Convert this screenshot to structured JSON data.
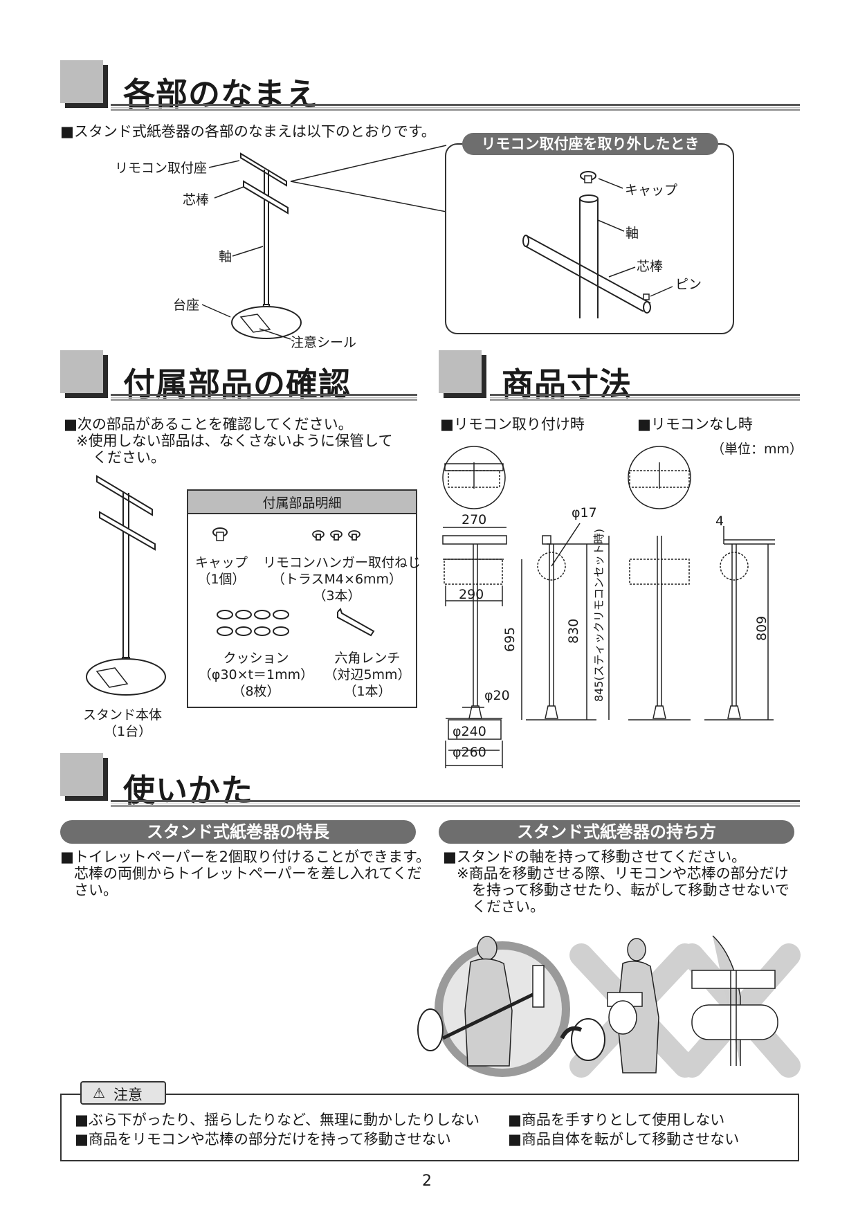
{
  "sections": {
    "names": {
      "title": "各部のなまえ",
      "intro": "■スタンド式紙巻器の各部のなまえは以下のとおりです。",
      "labels": {
        "remocon_mount": "リモコン取付座",
        "core_rod": "芯棒",
        "shaft": "軸",
        "base": "台座",
        "caution_seal": "注意シール"
      },
      "inset": {
        "title": "リモコン取付座を取り外したとき",
        "cap": "キャップ",
        "shaft": "軸",
        "core_rod": "芯棒",
        "pin": "ピン"
      }
    },
    "accessories": {
      "title": "付属部品の確認",
      "line1": "■次の部品があることを確認してください。",
      "line2": "※使用しない部品は、なくさないように保管して",
      "line3": "ください。",
      "stand_label": "スタンド本体",
      "stand_qty": "（1台）",
      "table_title": "付属部品明細",
      "items": [
        {
          "name": "キャップ",
          "spec": "",
          "qty": "（1個）"
        },
        {
          "name": "リモコンハンガー取付ねじ",
          "spec": "（トラスM4×6mm）",
          "qty": "（3本）"
        },
        {
          "name": "クッション",
          "spec": "（φ30×t＝1mm）",
          "qty": "（8枚）"
        },
        {
          "name": "六角レンチ",
          "spec": "（対辺5mm）",
          "qty": "（1本）"
        }
      ]
    },
    "dimensions": {
      "title": "商品寸法",
      "with_remote": "■リモコン取り付け時",
      "without_remote": "■リモコンなし時",
      "unit": "（単位：mm）",
      "values": {
        "w270": "270",
        "d17": "φ17",
        "w290": "290",
        "h695": "695",
        "h830": "830",
        "h845": "845(スティックリモコンセット時)",
        "d20": "φ20",
        "d240": "φ240",
        "d260": "φ260",
        "h4": "4",
        "h809": "809"
      }
    },
    "usage": {
      "title": "使いかた",
      "features_pill": "スタンド式紙巻器の特長",
      "features_line1": "■トイレットペーパーを2個取り付けることができます。",
      "features_line2": "芯棒の両側からトイレットペーパーを差し入れてくだ",
      "features_line3": "さい。",
      "carry_pill": "スタンド式紙巻器の持ち方",
      "carry_line1": "■スタンドの軸を持って移動させてください。",
      "carry_line2": "※商品を移動させる際、リモコンや芯棒の部分だけ",
      "carry_line3": "を持って移動させたり、転がして移動させないで",
      "carry_line4": "ください。"
    },
    "caution": {
      "label": "注意",
      "items": [
        "■ぶら下がったり、揺らしたりなど、無理に動かしたりしない",
        "■商品を手すりとして使用しない",
        "■商品をリモコンや芯棒の部分だけを持って移動させない",
        "■商品自体を転がして移動させない"
      ]
    }
  },
  "page_number": "2",
  "colors": {
    "header_box": "#bdbdbd",
    "pill": "#6e6e6e",
    "text": "#1a1a1a"
  }
}
